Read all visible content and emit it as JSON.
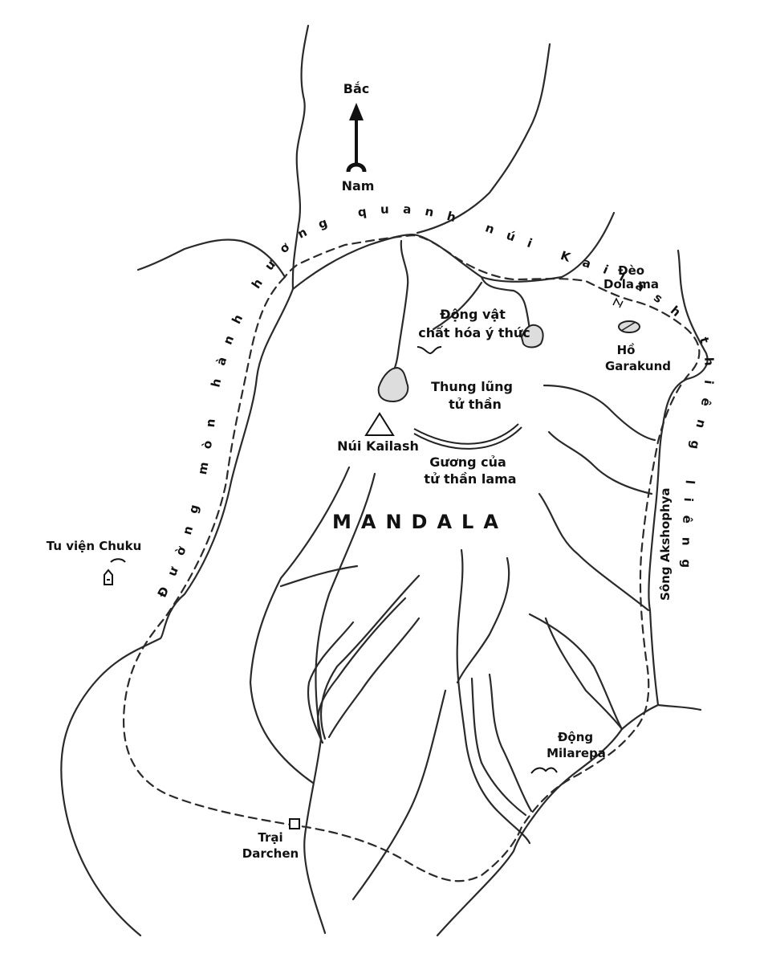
{
  "compass": {
    "north": "Bắc",
    "south": "Nam"
  },
  "labels": {
    "deo_line1": "Đèo",
    "deo_line2": "Dola ma",
    "dongvat_line1": "Động vật",
    "dongvat_line2": "chất hóa ý thức",
    "ho_line1": "Hồ",
    "ho_line2": "Garakund",
    "thung_line1": "Thung lũng",
    "thung_line2": "tử thần",
    "kailash": "Núi Kailash",
    "guong_line1": "Gương của",
    "guong_line2": "tử thần lama",
    "mandala": "MANDALA",
    "tuvien": "Tu viện Chuku",
    "song": "Sông Akshophya",
    "dong_line1": "Động",
    "dong_line2": "Milarepa",
    "trai_line1": "Trại",
    "trai_line2": "Darchen"
  },
  "path_texts": {
    "left": "Đường mòn hành hương quanh núi Kailash thiêng liêng"
  }
}
